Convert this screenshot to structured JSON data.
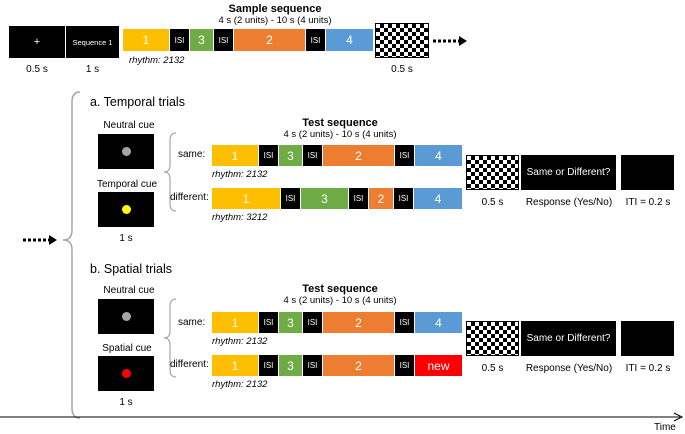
{
  "sample": {
    "title": "Sample sequence",
    "subtitle": "4 s (2 units) - 10 s (4 units)",
    "fixation": "+",
    "fixation_time": "0.5 s",
    "seq_label": "Sequence 1",
    "seq_time": "1 s",
    "segments": [
      "1",
      "ISI",
      "3",
      "ISI",
      "2",
      "ISI",
      "4"
    ],
    "rhythm": "rhythm: 2132",
    "mask_time": "0.5 s"
  },
  "temporal": {
    "heading": "a. Temporal trials",
    "neutral_cue": "Neutral cue",
    "cue": "Temporal cue",
    "cue_time": "1 s",
    "test_title": "Test sequence",
    "test_subtitle": "4 s (2 units) - 10 s (4 units)",
    "same_label": "same:",
    "different_label": "different:",
    "same_segments": [
      "1",
      "ISI",
      "3",
      "ISI",
      "2",
      "ISI",
      "4"
    ],
    "same_rhythm": "rhythm: 2132",
    "diff_segments": [
      "1",
      "ISI",
      "3",
      "ISI",
      "2",
      "ISI",
      "4"
    ],
    "diff_rhythm": "rhythm: 3212",
    "mask_time": "0.5 s",
    "question": "Same or Different?",
    "response": "Response (Yes/No)",
    "iti": "ITI = 0.2 s"
  },
  "spatial": {
    "heading": "b. Spatial trials",
    "neutral_cue": "Neutral cue",
    "cue": "Spatial cue",
    "cue_time": "1 s",
    "test_title": "Test sequence",
    "test_subtitle": "4 s (2 units) - 10 s (4 units)",
    "same_label": "same:",
    "different_label": "different:",
    "same_segments": [
      "1",
      "ISI",
      "3",
      "ISI",
      "2",
      "ISI",
      "4"
    ],
    "same_rhythm": "rhythm: 2132",
    "diff_segments": [
      "1",
      "ISI",
      "3",
      "ISI",
      "2",
      "ISI",
      "new"
    ],
    "diff_rhythm": "rhythm: 2132",
    "mask_time": "0.5 s",
    "question": "Same or Different?",
    "response": "Response (Yes/No)",
    "iti": "ITI = 0.2 s"
  },
  "axis_label": "Time",
  "colors": {
    "yellow": "#fdbf00",
    "green": "#6fac46",
    "orange": "#ed7d31",
    "blue": "#5b9bd5",
    "red_new": "#fe0000",
    "neutral_dot": "#a6a6a6",
    "temporal_dot": "#ffff00",
    "spatial_dot": "#ff0000"
  }
}
